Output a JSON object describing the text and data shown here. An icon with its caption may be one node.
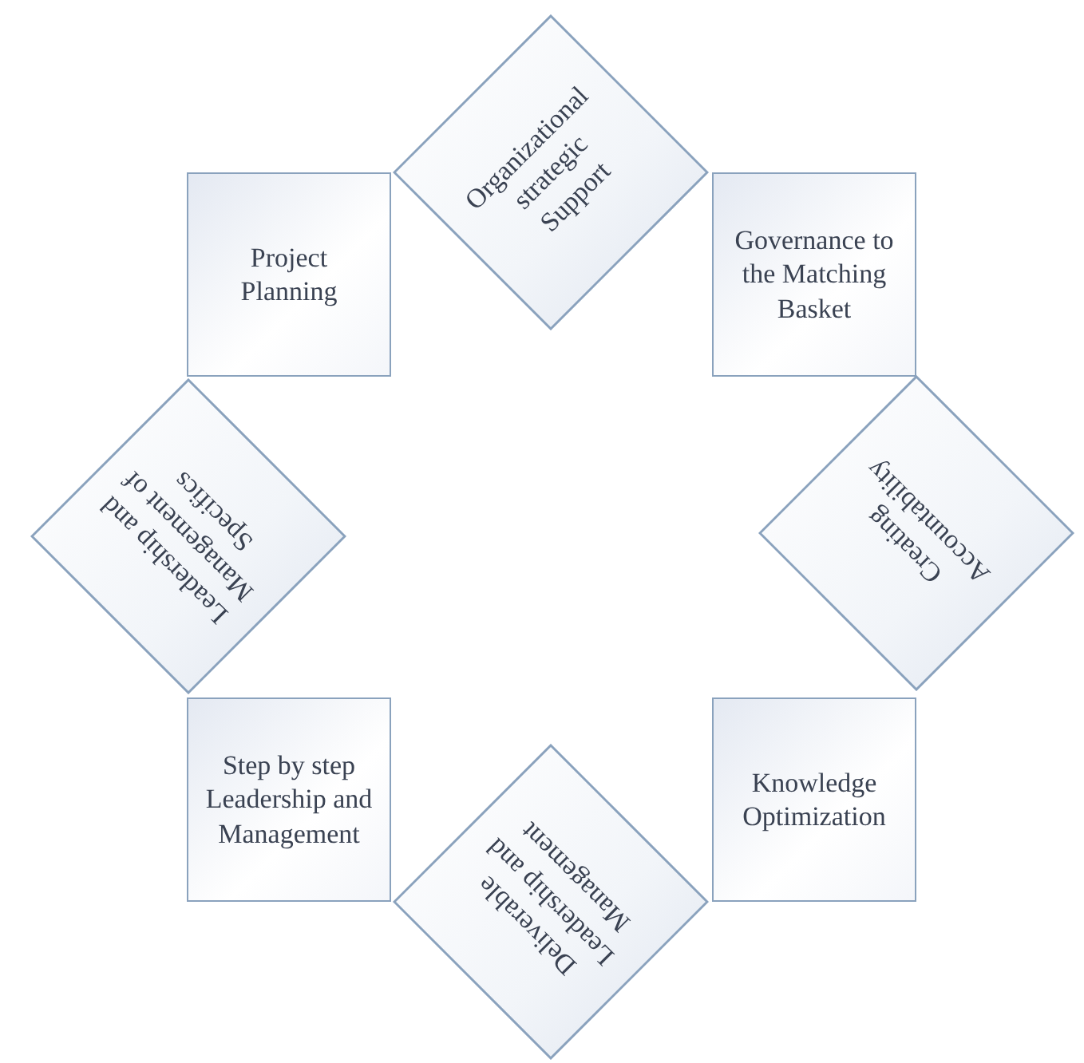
{
  "diagram": {
    "nodes": [
      {
        "text": [
          "Organizational strategic Support"
        ]
      },
      {
        "text": [
          "Project Planning"
        ]
      },
      {
        "text": [
          "Governance to the Matching Basket"
        ]
      },
      {
        "text": [
          "Leadership and Management of Specifics"
        ]
      },
      {
        "text": [
          "Creating Accountability"
        ]
      },
      {
        "text": [
          "Step by step Leadership and Management"
        ]
      },
      {
        "text": [
          "Knowledge Optimization"
        ]
      },
      {
        "text": [
          "Deliverable Leadership and Management"
        ]
      }
    ]
  }
}
